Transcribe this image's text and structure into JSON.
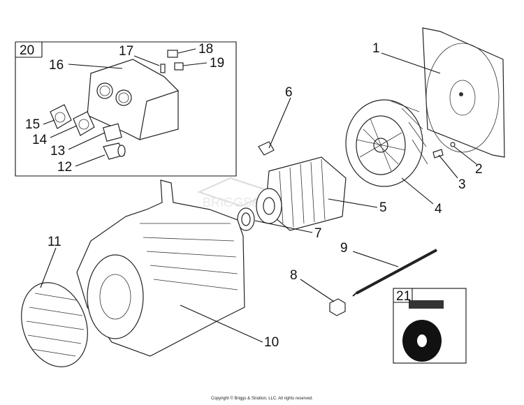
{
  "watermark": "BRIGGS&STRATTON",
  "copyright": "Copyright © Briggs & Stratton, LLC. All rights reserved.",
  "callouts": [
    "1",
    "2",
    "3",
    "4",
    "5",
    "6",
    "7",
    "8",
    "9",
    "10",
    "11",
    "12",
    "13",
    "14",
    "15",
    "16",
    "17",
    "18",
    "19",
    "20",
    "21"
  ]
}
